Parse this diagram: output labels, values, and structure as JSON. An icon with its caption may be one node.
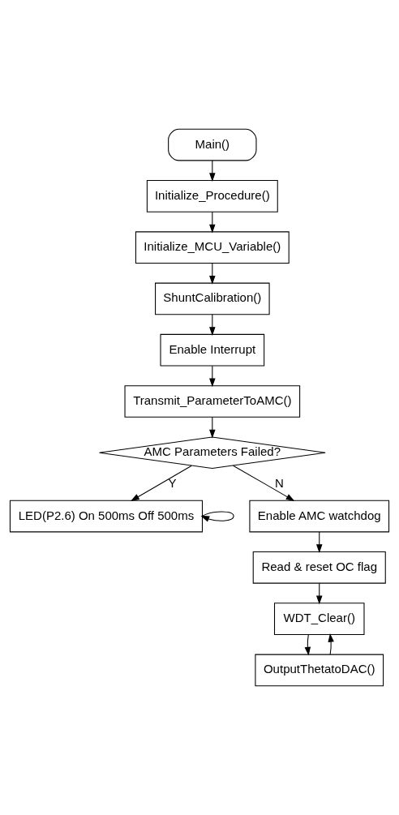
{
  "diagram": {
    "nodes": [
      {
        "text": [
          "Main()"
        ]
      },
      {
        "text": [
          "Initialize_Procedure()"
        ]
      },
      {
        "text": [
          "Initialize_MCU_Variable()"
        ]
      },
      {
        "text": [
          "ShuntCalibration()"
        ]
      },
      {
        "text": [
          "Enable Interrupt"
        ]
      },
      {
        "text": [
          "Transmit_ParameterToAMC()"
        ]
      },
      {
        "text": [
          "AMC Parameters Failed?"
        ]
      },
      {
        "text": [
          "LED(P2.6) On 500ms Off 500ms"
        ]
      },
      {
        "text": [
          "Enable AMC watchdog"
        ]
      },
      {
        "text": [
          "Read & reset OC flag"
        ]
      },
      {
        "text": [
          "WDT_Clear()"
        ]
      },
      {
        "text": [
          "OutputThetatoDAC()"
        ]
      }
    ],
    "edges": [
      {
        "from": 0,
        "to": 1,
        "arrow": "to"
      },
      {
        "from": 1,
        "to": 2,
        "arrow": "to"
      },
      {
        "from": 2,
        "to": 3,
        "arrow": "to"
      },
      {
        "from": 3,
        "to": 4,
        "arrow": "to"
      },
      {
        "from": 4,
        "to": 5,
        "arrow": "to"
      },
      {
        "from": 5,
        "to": 6,
        "arrow": "to"
      },
      {
        "from": 6,
        "to": 7,
        "arrow": "to",
        "label": "Y"
      },
      {
        "from": 7,
        "to": 7,
        "arrow": "to"
      },
      {
        "from": 6,
        "to": 8,
        "arrow": "to",
        "label": "N"
      },
      {
        "from": 8,
        "to": 9,
        "arrow": "to"
      },
      {
        "from": 9,
        "to": 10,
        "arrow": "to"
      },
      {
        "from": 10,
        "to": 11,
        "arrow": "to"
      },
      {
        "from": 11,
        "to": 10,
        "arrow": "to"
      }
    ]
  }
}
